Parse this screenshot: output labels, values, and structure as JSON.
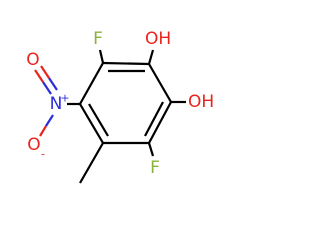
{
  "molecule": {
    "atoms": {
      "f_top": "F",
      "oh_top": "OH",
      "oh_right": "OH",
      "n_nitro": "N",
      "n_charge": "+",
      "o_double": "O",
      "o_minus": "O",
      "o_charge": "-",
      "f_bottom": "F"
    },
    "colors": {
      "carbon_bond": "#000000",
      "oxygen": "#e8251c",
      "nitrogen": "#2b2fd8",
      "fluorine": "#8ab33a"
    }
  }
}
